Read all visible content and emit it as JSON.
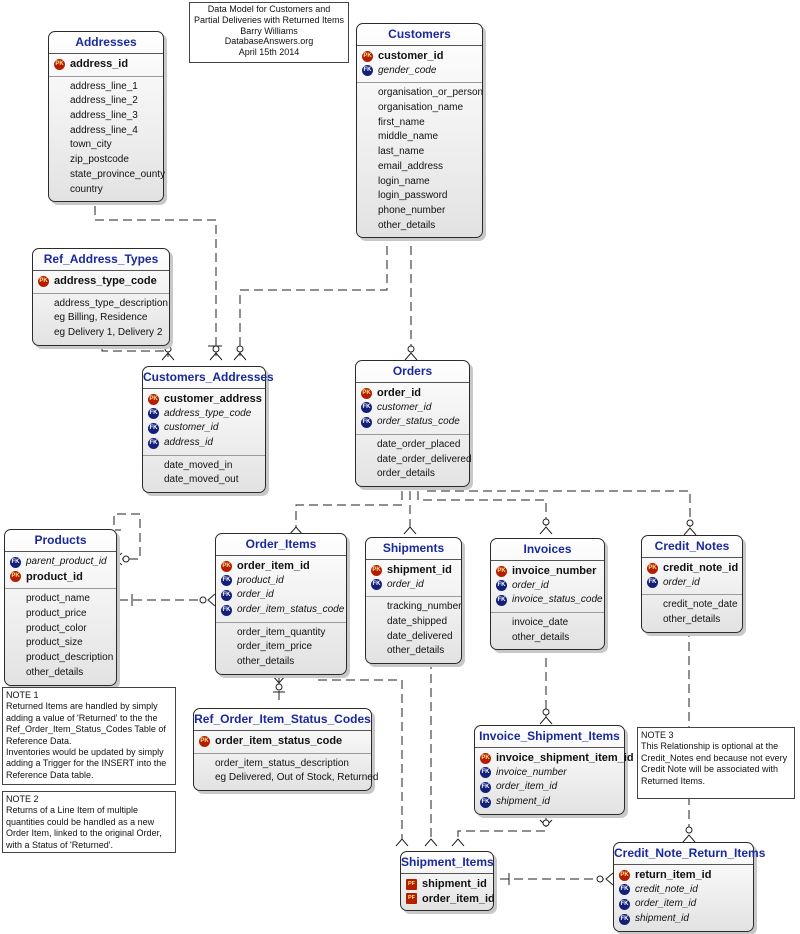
{
  "header": {
    "line1": "Data Model for Customers and",
    "line2": "Partial Deliveries with Returned Items",
    "line3": "Barry Williams",
    "line4": "DatabaseAnswers.org",
    "line5": "April 15th 2014"
  },
  "entities": {
    "addresses": {
      "title": "Addresses",
      "keys": [
        {
          "kind": "PK",
          "name": "address_id"
        }
      ],
      "attrs": [
        "address_line_1",
        "address_line_2",
        "address_line_3",
        "address_line_4",
        "town_city",
        "zip_postcode",
        "state_province_ounty",
        "country"
      ]
    },
    "customers": {
      "title": "Customers",
      "keys": [
        {
          "kind": "PK",
          "name": "customer_id"
        },
        {
          "kind": "FK",
          "name": "gender_code"
        }
      ],
      "attrs": [
        "organisation_or_person",
        "organisation_name",
        "first_name",
        "middle_name",
        "last_name",
        "email_address",
        "login_name",
        "login_password",
        "phone_number",
        "other_details"
      ]
    },
    "ref_address_types": {
      "title": "Ref_Address_Types",
      "keys": [
        {
          "kind": "PK",
          "name": "address_type_code"
        }
      ],
      "attrs": [
        "address_type_description",
        "eg Billing, Residence",
        "eg Delivery 1, Delivery 2"
      ]
    },
    "customers_addresses": {
      "title": "Customers_Addresses",
      "keys": [
        {
          "kind": "PK",
          "name": "customer_address"
        },
        {
          "kind": "FK",
          "name": "address_type_code"
        },
        {
          "kind": "FK",
          "name": "customer_id"
        },
        {
          "kind": "FK",
          "name": "address_id"
        }
      ],
      "attrs": [
        "date_moved_in",
        "date_moved_out"
      ]
    },
    "orders": {
      "title": "Orders",
      "keys": [
        {
          "kind": "PK",
          "name": "order_id"
        },
        {
          "kind": "FK",
          "name": "customer_id"
        },
        {
          "kind": "FK",
          "name": "order_status_code"
        }
      ],
      "attrs": [
        "date_order_placed",
        "date_order_delivered",
        "order_details"
      ]
    },
    "products": {
      "title": "Products",
      "keys": [
        {
          "kind": "FK",
          "name": "parent_product_id"
        },
        {
          "kind": "PK",
          "name": "product_id"
        }
      ],
      "attrs": [
        "product_name",
        "product_price",
        "product_color",
        "product_size",
        "product_description",
        "other_details"
      ]
    },
    "order_items": {
      "title": "Order_Items",
      "keys": [
        {
          "kind": "PK",
          "name": "order_item_id"
        },
        {
          "kind": "FK",
          "name": "product_id"
        },
        {
          "kind": "FK",
          "name": "order_id"
        },
        {
          "kind": "FK",
          "name": "order_item_status_code"
        }
      ],
      "attrs": [
        "order_item_quantity",
        "order_item_price",
        "other_details"
      ]
    },
    "shipments": {
      "title": "Shipments",
      "keys": [
        {
          "kind": "PK",
          "name": "shipment_id"
        },
        {
          "kind": "FK",
          "name": "order_id"
        }
      ],
      "attrs": [
        "tracking_number",
        "date_shipped",
        "date_delivered",
        "other_details"
      ]
    },
    "invoices": {
      "title": "Invoices",
      "keys": [
        {
          "kind": "PK",
          "name": "invoice_number"
        },
        {
          "kind": "FK",
          "name": "order_id"
        },
        {
          "kind": "FK",
          "name": "invoice_status_code"
        }
      ],
      "attrs": [
        "invoice_date",
        "other_details"
      ]
    },
    "credit_notes": {
      "title": "Credit_Notes",
      "keys": [
        {
          "kind": "PK",
          "name": "credit_note_id"
        },
        {
          "kind": "FK",
          "name": "order_id"
        }
      ],
      "attrs": [
        "credit_note_date",
        "other_details"
      ]
    },
    "ref_order_item_status_codes": {
      "title": "Ref_Order_Item_Status_Codes",
      "keys": [
        {
          "kind": "PK",
          "name": "order_item_status_code"
        }
      ],
      "attrs": [
        "order_item_status_description",
        "eg Delivered, Out of Stock, Returned"
      ]
    },
    "invoice_shipment_items": {
      "title": "Invoice_Shipment_Items",
      "keys": [
        {
          "kind": "PK",
          "name": "invoice_shipment_item_id"
        },
        {
          "kind": "FK",
          "name": "invoice_number"
        },
        {
          "kind": "FK",
          "name": "order_item_id"
        },
        {
          "kind": "FK",
          "name": "shipment_id"
        }
      ],
      "attrs": []
    },
    "shipment_items": {
      "title": "Shipment_Items",
      "keys": [
        {
          "kind": "PF",
          "name": "shipment_id"
        },
        {
          "kind": "PF",
          "name": "order_item_id"
        }
      ],
      "attrs": []
    },
    "credit_note_return_items": {
      "title": "Credit_Note_Return_Items",
      "keys": [
        {
          "kind": "PK",
          "name": "return_item_id"
        },
        {
          "kind": "FK",
          "name": "credit_note_id"
        },
        {
          "kind": "FK",
          "name": "order_item_id"
        },
        {
          "kind": "FK",
          "name": "shipment_id"
        }
      ],
      "attrs": []
    }
  },
  "notes": {
    "note1": "NOTE 1\nReturned Items are handled by simply adding a value of 'Returned' to the the Ref_Order_Item_Status_Codes Table of Reference Data.\nInventories would be updated by simply adding a Trigger for the INSERT into the Reference Data table.",
    "note2": "NOTE 2\nReturns of a Line Item of multiple quantities could be handled as a new Order Item, linked to the original Order, with a Status of 'Returned'.",
    "note3": "NOTE 3\nThis Relationship is optional at the Credit_Notes end because not every Credit Note will be associated with Returned Items."
  }
}
